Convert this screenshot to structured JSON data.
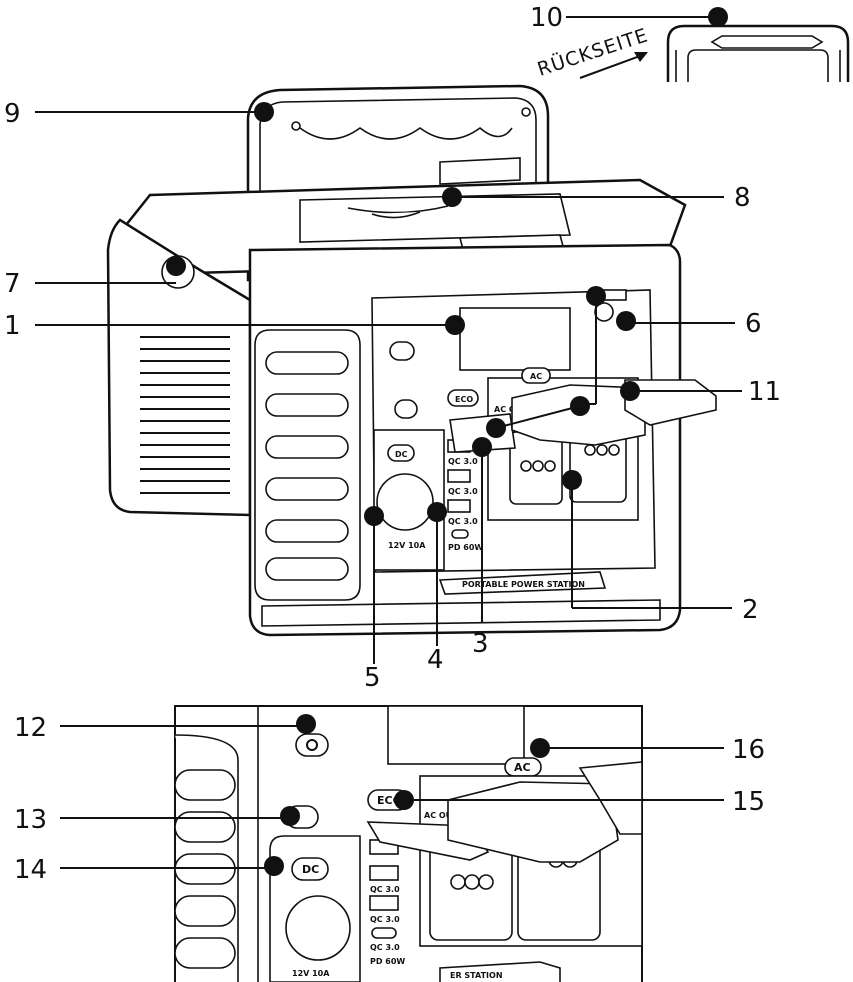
{
  "labels": {
    "back_side": "RÜCKSEITE",
    "callouts": [
      "1",
      "2",
      "3",
      "4",
      "5",
      "6",
      "7",
      "8",
      "9",
      "10",
      "11",
      "12",
      "13",
      "14",
      "15",
      "16"
    ]
  },
  "panel": {
    "eco": "ECO",
    "dc": "DC",
    "ac": "AC",
    "ac_out": "AC OUT",
    "dc_rating": "12V 10A",
    "qc1": "QC 3.0",
    "qc2": "QC 3.0",
    "qc3": "QC 3.0",
    "pd": "PD 60W",
    "brand_strip": "PORTABLE POWER STATION",
    "brand_strip_partial": "ER STATION"
  }
}
